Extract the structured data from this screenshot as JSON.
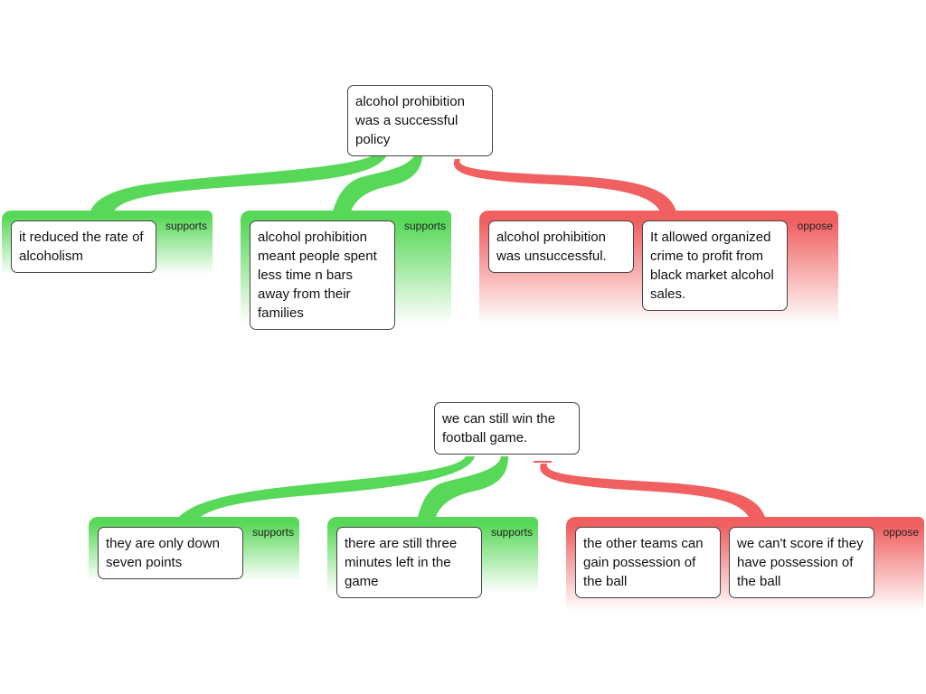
{
  "colors": {
    "supports": "#58d858",
    "oppose": "#f06060"
  },
  "maps": [
    {
      "claim": "alcohol prohibition was a successful policy",
      "reasons": [
        {
          "type": "supports",
          "label": "supports",
          "premises": [
            "it reduced the rate of alcoholism"
          ]
        },
        {
          "type": "supports",
          "label": "supports",
          "premises": [
            "alcohol prohibition meant people spent less time n bars away from their families"
          ]
        },
        {
          "type": "oppose",
          "label": "oppose",
          "premises": [
            "alcohol prohibition was unsuccessful.",
            "It allowed organized crime to profit from black market alcohol sales."
          ]
        }
      ]
    },
    {
      "claim": "we can still win the football game.",
      "reasons": [
        {
          "type": "supports",
          "label": "supports",
          "premises": [
            "they are only down seven points"
          ]
        },
        {
          "type": "supports",
          "label": "supports",
          "premises": [
            "there are still three minutes left in the game"
          ]
        },
        {
          "type": "oppose",
          "label": "oppose",
          "premises": [
            "the other teams can gain possession of the ball",
            "we can't score if they have possession of the ball"
          ]
        }
      ]
    }
  ]
}
